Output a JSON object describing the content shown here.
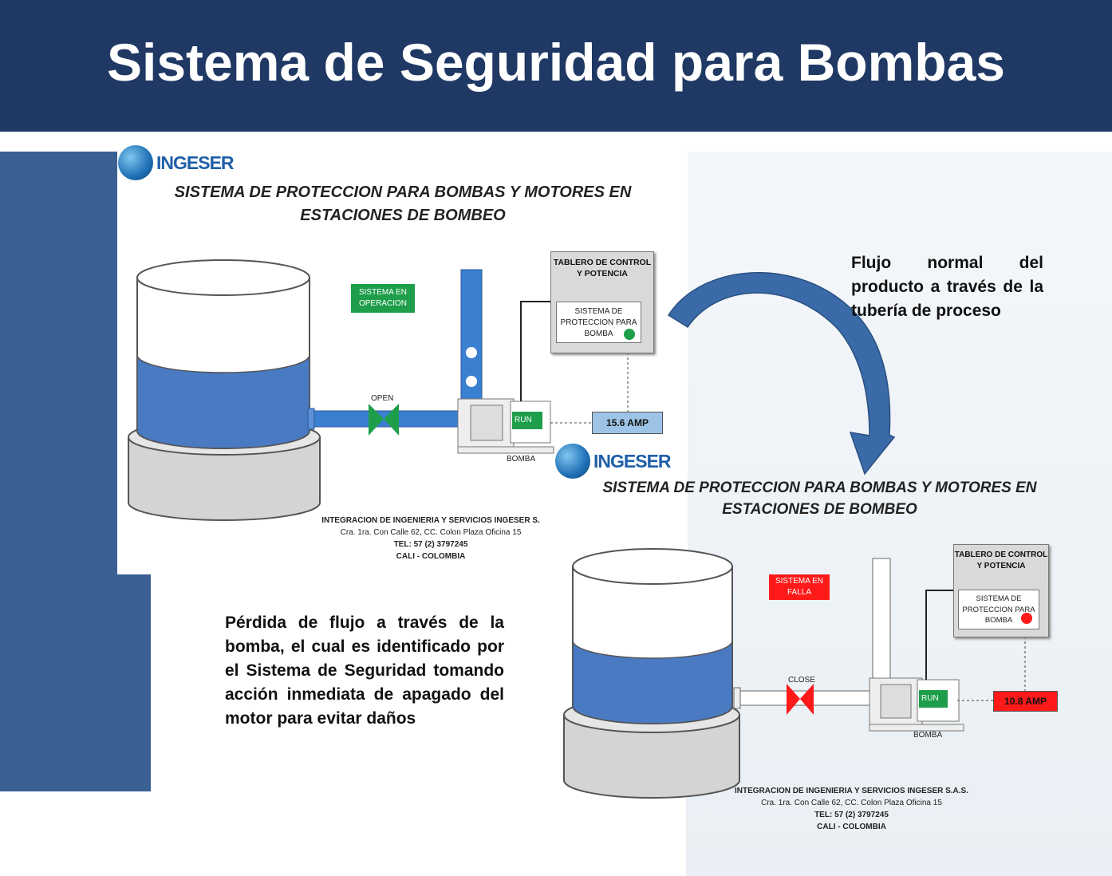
{
  "slide": {
    "title": "Sistema de Seguridad para Bombas"
  },
  "colors": {
    "header": "#1f3864",
    "sidebar": "#3a6091",
    "ok": "#1e9e4a",
    "fail": "#ff0000",
    "water": "#4a7ac2",
    "arrow": "#3a6ba8"
  },
  "top_diagram": {
    "logo": "INGESER",
    "title_line1": "SISTEMA DE PROTECCION PARA  BOMBAS Y MOTORES EN",
    "title_line2": "ESTACIONES DE BOMBEO",
    "status_line1": "SISTEMA EN",
    "status_line2": "OPERACION",
    "valve_label": "OPEN",
    "tablero_line1": "TABLERO DE CONTROL",
    "tablero_line2": "Y POTENCIA",
    "sistema_line1": "SISTEMA DE",
    "sistema_line2": "PROTECCION PARA",
    "sistema_line3": "BOMBA",
    "run_label": "RUN",
    "pump_label": "BOMBA",
    "amp": "15.6   AMP",
    "footer_company": "INTEGRACION  DE INGENIERIA Y SERVICIOS INGESER S.",
    "footer_address": "Cra. 1ra. Con Calle 62, CC. Colon Plaza Oficina 15",
    "footer_tel": "TEL: 57 (2) 3797245",
    "footer_city": "CALI - COLOMBIA"
  },
  "bottom_diagram": {
    "logo": "INGESER",
    "title_line1": "SISTEMA DE PROTECCION PARA  BOMBAS Y MOTORES EN",
    "title_line2": "ESTACIONES DE BOMBEO",
    "status_line1": "SISTEMA EN",
    "status_line2": "FALLA",
    "valve_label": "CLOSE",
    "tablero_line1": "TABLERO DE CONTROL",
    "tablero_line2": "Y POTENCIA",
    "sistema_line1": "SISTEMA DE",
    "sistema_line2": "PROTECCION PARA",
    "sistema_line3": "BOMBA",
    "run_label": "RUN",
    "pump_label": "BOMBA",
    "amp": "10.8   AMP",
    "footer_company": "INTEGRACION  DE INGENIERIA Y SERVICIOS INGESER S.A.S.",
    "footer_address": "Cra. 1ra. Con Calle 62, CC. Colon Plaza Oficina 15",
    "footer_tel": "TEL: 57 (2) 3797245",
    "footer_city": "CALI - COLOMBIA"
  },
  "text_normal_flow": "Flujo normal del producto a través de la tubería de proceso",
  "text_loss_flow": "Pérdida de flujo a través de la bomba, el cual es identificado por el Sistema de Seguridad tomando acción inmediata de apagado del motor para evitar daños"
}
